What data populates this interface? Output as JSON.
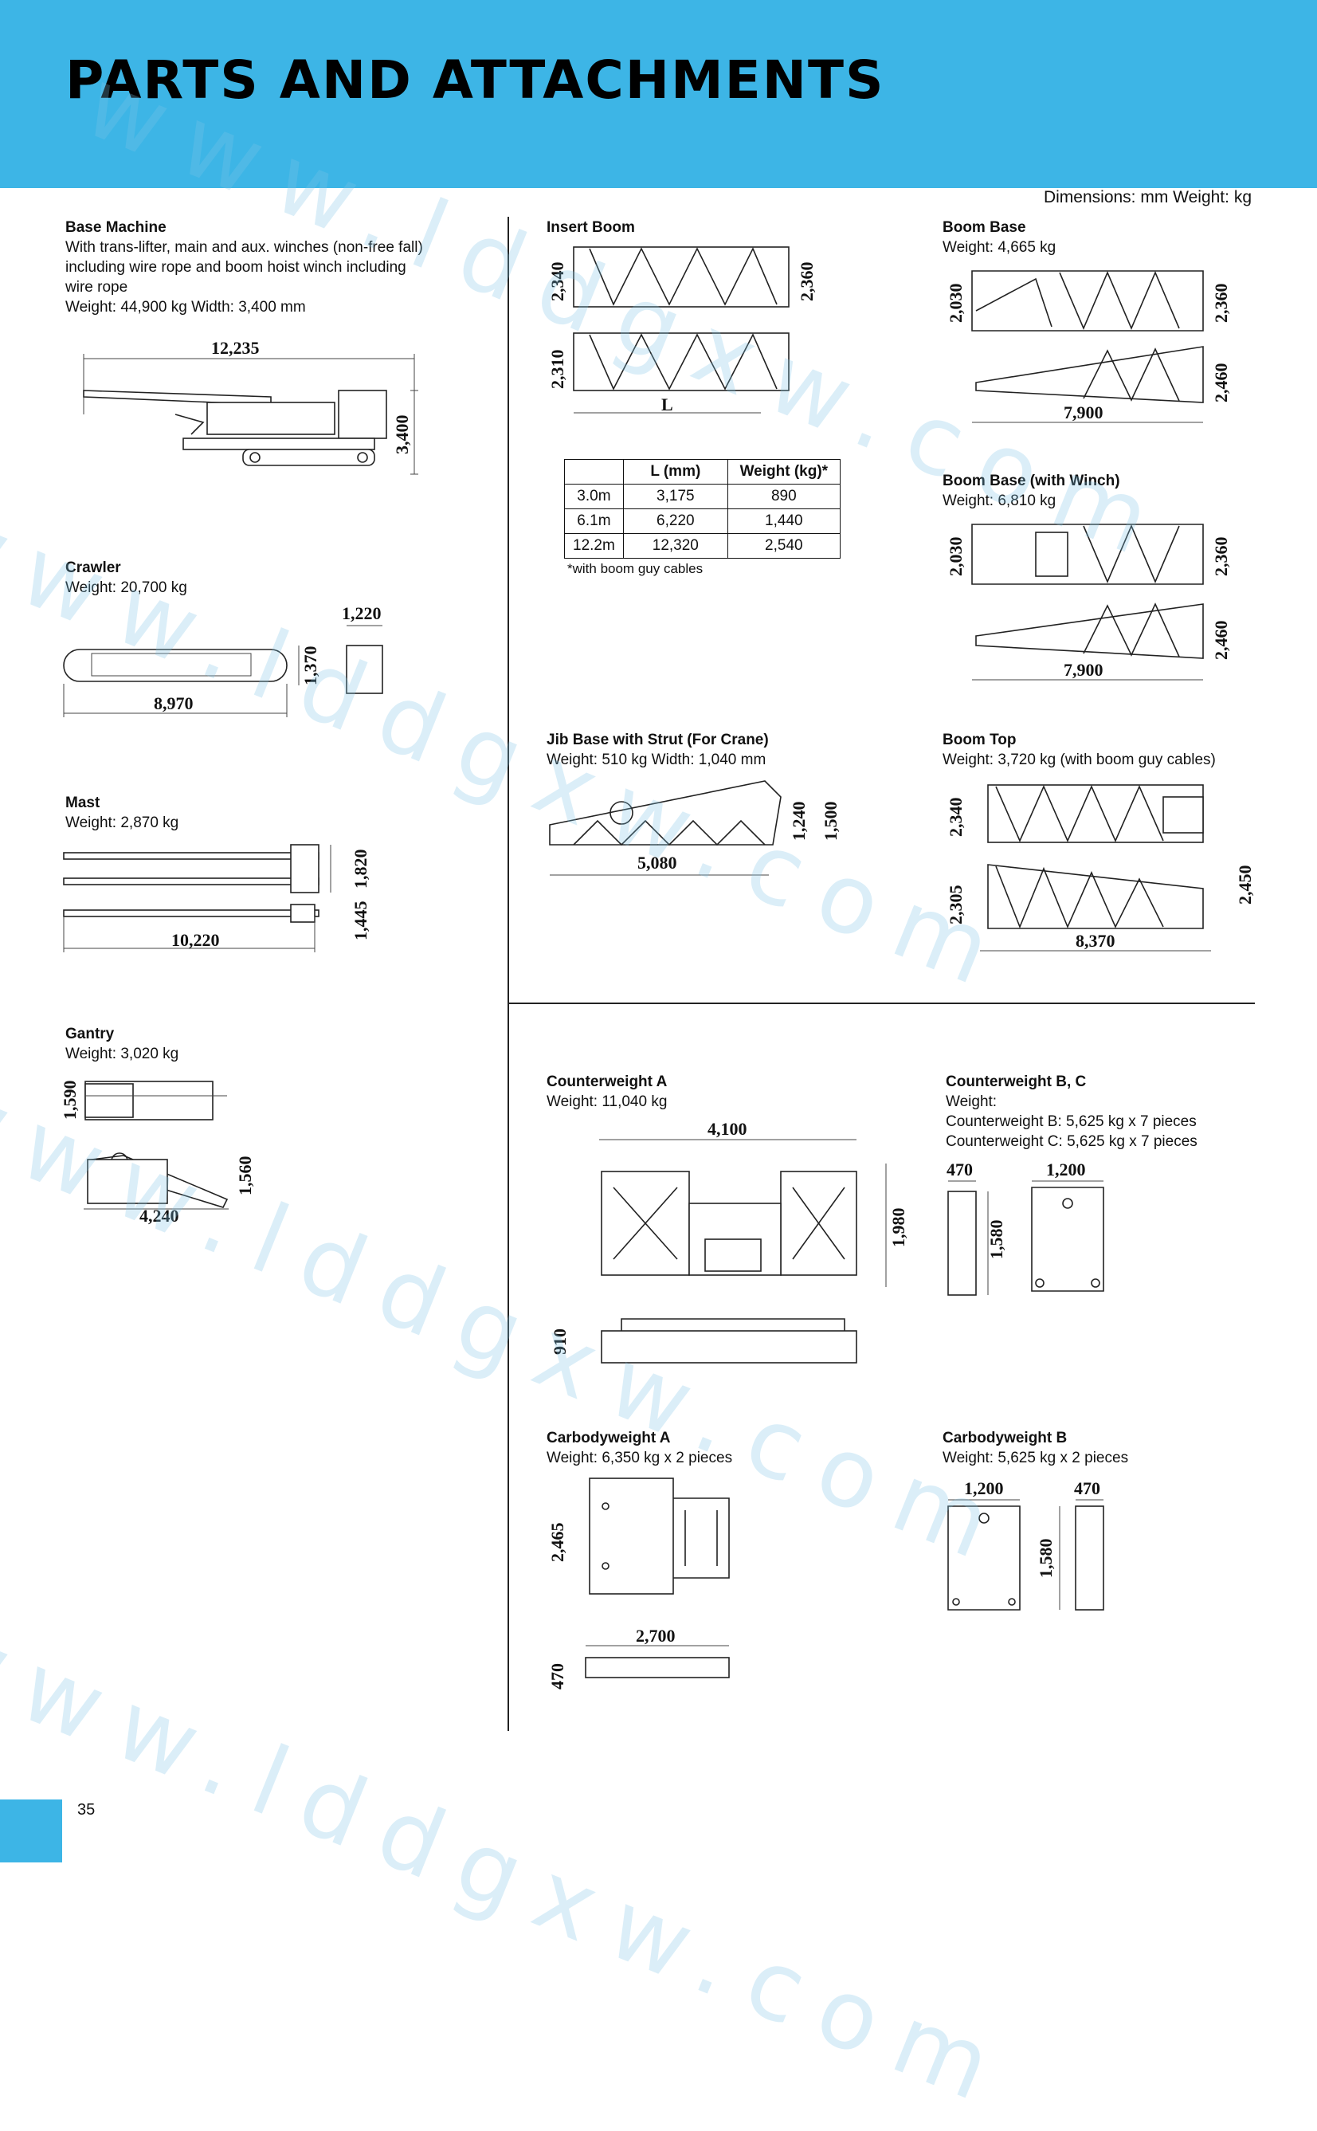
{
  "header": {
    "title": "PARTS AND ATTACHMENTS"
  },
  "units": "Dimensions: mm   Weight: kg",
  "page_number": "35",
  "watermark": "www.lddgxw.com",
  "sections": {
    "base_machine": {
      "title": "Base Machine",
      "desc1": "With trans-lifter, main and aux. winches (non-free fall)",
      "desc2": "including wire rope and boom hoist winch including",
      "desc3": "wire rope",
      "weight": "Weight: 44,900 kg     Width: 3,400 mm",
      "dims": {
        "length": "12,235",
        "height": "3,400"
      }
    },
    "crawler": {
      "title": "Crawler",
      "weight": "Weight: 20,700 kg",
      "dims": {
        "length": "8,970",
        "height": "1,370",
        "width": "1,220"
      }
    },
    "mast": {
      "title": "Mast",
      "weight": "Weight: 2,870 kg",
      "dims": {
        "length": "10,220",
        "h1": "1,820",
        "h2": "1,445"
      }
    },
    "gantry": {
      "title": "Gantry",
      "weight": "Weight: 3,020 kg",
      "dims": {
        "length": "4,240",
        "h1": "1,590",
        "h2": "1,560"
      }
    },
    "insert_boom": {
      "title": "Insert Boom",
      "dims": {
        "h1": "2,340",
        "h2": "2,360",
        "h3": "2,310",
        "length": "L"
      },
      "table": {
        "headers": [
          "",
          "L (mm)",
          "Weight (kg)*"
        ],
        "rows": [
          [
            "3.0m",
            "3,175",
            "890"
          ],
          [
            "6.1m",
            "6,220",
            "1,440"
          ],
          [
            "12.2m",
            "12,320",
            "2,540"
          ]
        ],
        "note": "*with boom guy cables"
      }
    },
    "jib_base": {
      "title": "Jib Base with Strut (For Crane)",
      "weight": "Weight: 510 kg     Width: 1,040 mm",
      "dims": {
        "length": "5,080",
        "h1": "1,240",
        "h2": "1,500"
      }
    },
    "boom_base": {
      "title": "Boom Base",
      "weight": "Weight: 4,665 kg",
      "dims": {
        "h1": "2,030",
        "h2": "2,360",
        "h3": "2,460",
        "length": "7,900"
      }
    },
    "boom_base_winch": {
      "title": "Boom Base (with Winch)",
      "weight": "Weight: 6,810 kg",
      "dims": {
        "h1": "2,030",
        "h2": "2,360",
        "h3": "2,460",
        "length": "7,900"
      }
    },
    "boom_top": {
      "title": "Boom Top",
      "weight": "Weight: 3,720 kg (with boom guy cables)",
      "dims": {
        "h1": "2,340",
        "h2": "2,305",
        "h3": "2,450",
        "length": "8,370"
      }
    },
    "counterweight_a": {
      "title": "Counterweight A",
      "weight": "Weight: 11,040 kg",
      "dims": {
        "length": "4,100",
        "height": "1,980",
        "thick": "910"
      }
    },
    "counterweight_bc": {
      "title": "Counterweight B, C",
      "weight": "Weight:",
      "line_b": "Counterweight B: 5,625 kg x 7 pieces",
      "line_c": "Counterweight C: 5,625 kg x 7 pieces",
      "dims": {
        "thick": "470",
        "width": "1,200",
        "height": "1,580"
      }
    },
    "carbody_a": {
      "title": "Carbodyweight A",
      "weight": "Weight: 6,350 kg x 2 pieces",
      "dims": {
        "height": "2,465",
        "length": "2,700",
        "thick": "470"
      }
    },
    "carbody_b": {
      "title": "Carbodyweight B",
      "weight": "Weight: 5,625 kg x 2 pieces",
      "dims": {
        "width": "1,200",
        "thick": "470",
        "height": "1,580"
      }
    }
  }
}
